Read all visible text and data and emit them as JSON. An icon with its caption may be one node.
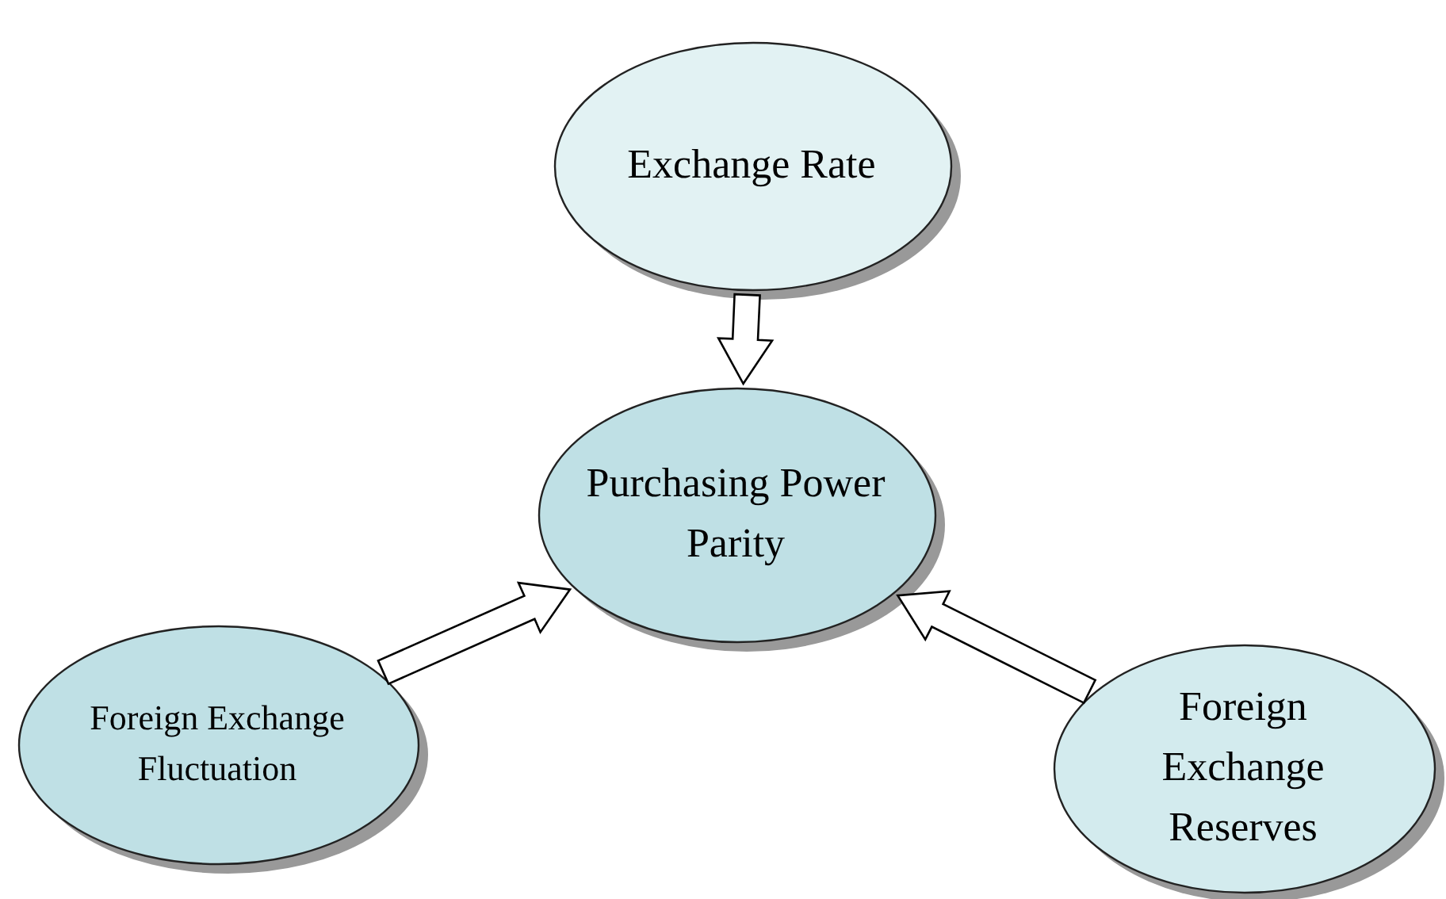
{
  "diagram": {
    "nodes": [
      {
        "text": [
          "Exchange Rate"
        ]
      },
      {
        "text": [
          "Purchasing Power Parity"
        ]
      },
      {
        "text": [
          "Foreign Exchange Fluctuation"
        ]
      },
      {
        "text": [
          "Foreign Exchange Reserves"
        ]
      }
    ],
    "edges": [
      {
        "from": 0,
        "to": 1,
        "arrow": "to"
      },
      {
        "from": 2,
        "to": 1,
        "arrow": "to"
      },
      {
        "from": 3,
        "to": 1,
        "arrow": "to"
      }
    ]
  }
}
